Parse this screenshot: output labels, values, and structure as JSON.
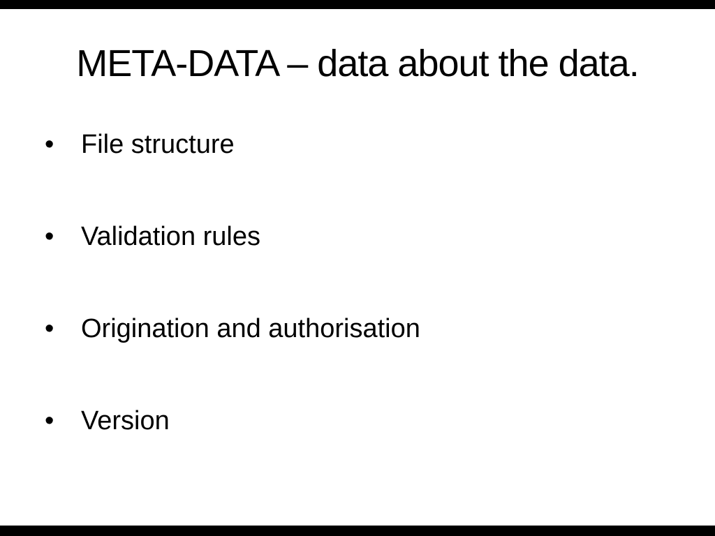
{
  "slide": {
    "title": "META-DATA – data about the data.",
    "bullet_marker": "•",
    "bullets": {
      "items": [
        {
          "label": "File structure"
        },
        {
          "label": "Validation rules"
        },
        {
          "label": "Origination and authorisation"
        },
        {
          "label": "Version"
        }
      ]
    },
    "colors": {
      "background": "#ffffff",
      "text": "#000000",
      "letterbox": "#000000"
    }
  }
}
